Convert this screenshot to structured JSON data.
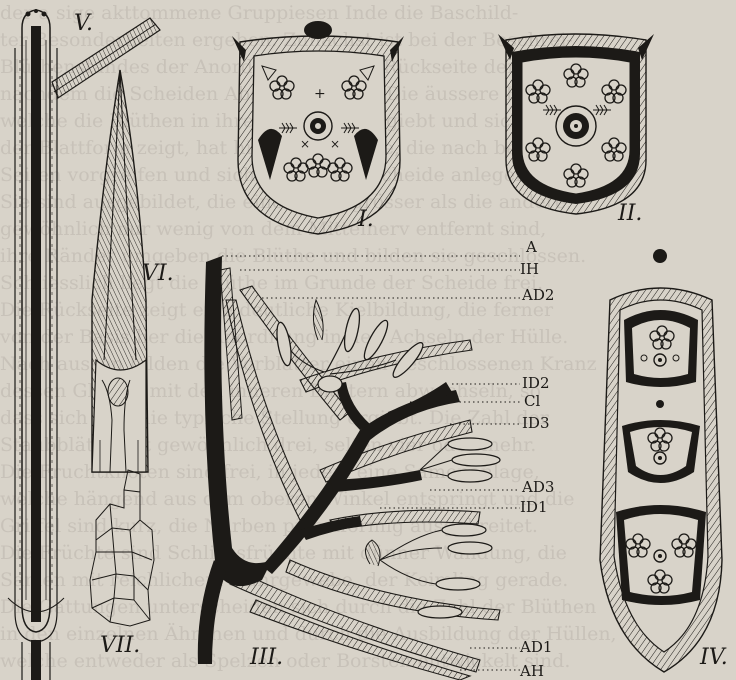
{
  "figure_labels": {
    "fig1": "I.",
    "fig2": "II.",
    "fig3": "III.",
    "fig4": "IV.",
    "fig5": "V.",
    "fig6": "VI.",
    "fig7": "VII."
  },
  "zone_labels": {
    "A": "A",
    "IH": "IH",
    "AD2": "AD2",
    "ID2": "ID2",
    "Cl": "Cl",
    "ID3": "ID3",
    "AD3": "AD3",
    "ID1": "ID1",
    "AD1": "AD1",
    "AH": "AH"
  },
  "colors": {
    "paper": "#d8d3c9",
    "ink": "#1c1a17"
  }
}
